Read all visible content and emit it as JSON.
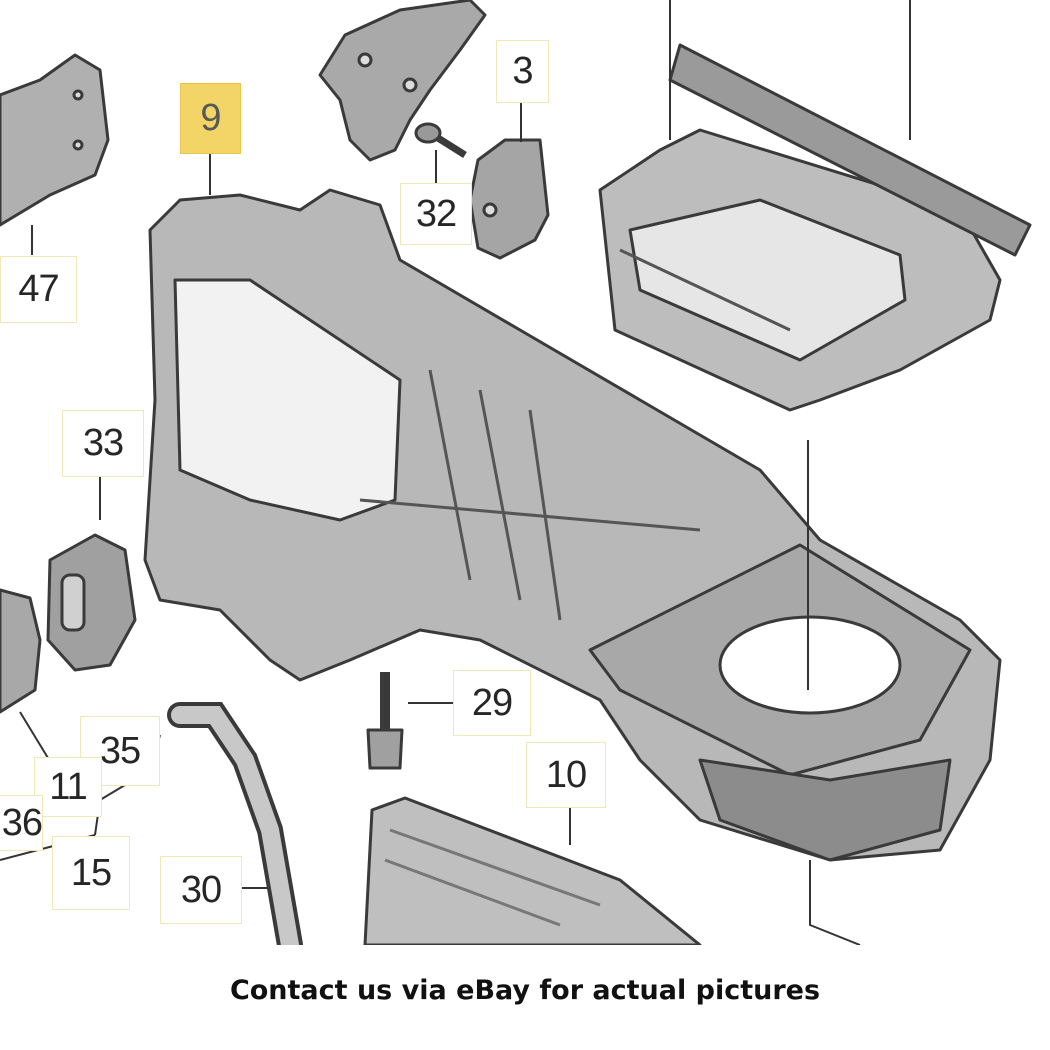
{
  "callouts": {
    "c9": "9",
    "c3": "3",
    "c32": "32",
    "c47": "47",
    "c33": "33",
    "c29": "29",
    "c35": "35",
    "c11": "11",
    "c36": "36",
    "c10": "10",
    "c15": "15",
    "c30": "30"
  },
  "caption": "Contact us via eBay for actual pictures",
  "colors": {
    "highlight": "#f2d566",
    "callout_border": "#f3e7b9",
    "part_fill": "#b8b8b8",
    "part_dark": "#8c8c8c",
    "outline": "#3a3a3a"
  }
}
